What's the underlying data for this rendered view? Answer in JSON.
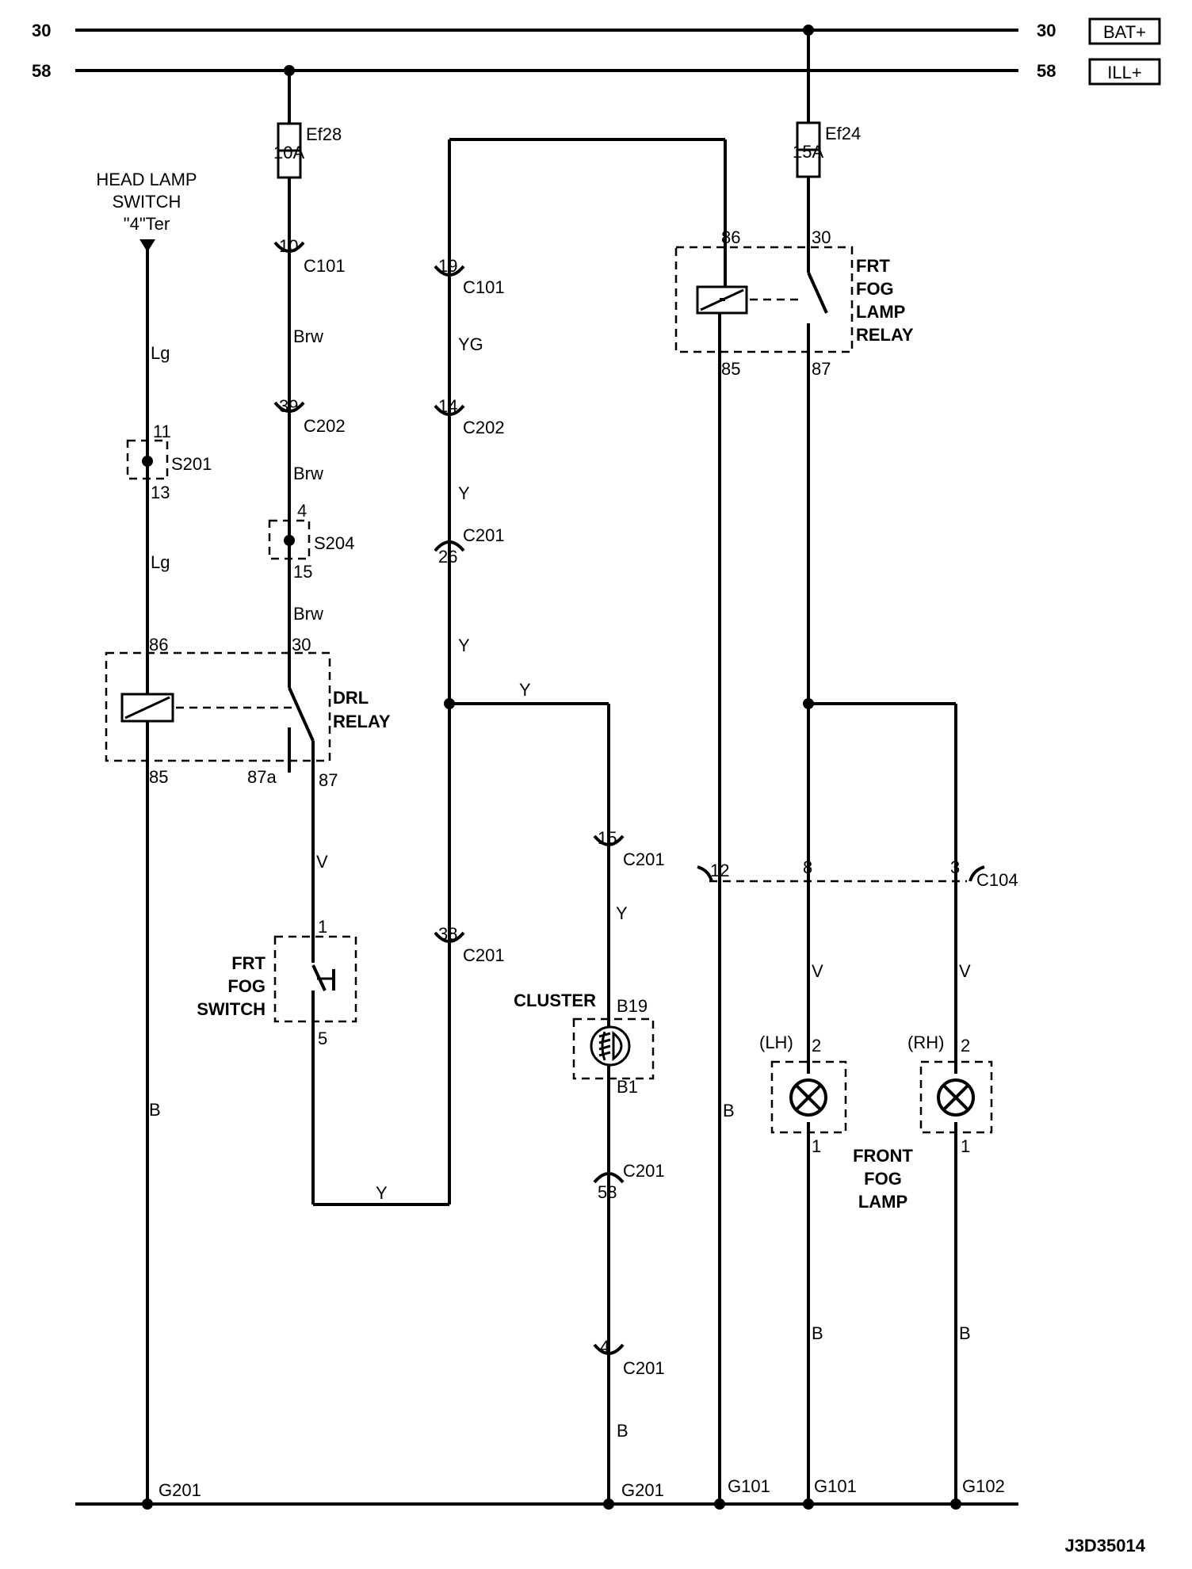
{
  "rails": {
    "bat_left": "30",
    "bat_right": "30",
    "bat_tag": "BAT+",
    "ill_left": "58",
    "ill_right": "58",
    "ill_tag": "ILL+"
  },
  "head_lamp_switch": {
    "line1": "HEAD LAMP",
    "line2": "SWITCH",
    "line3": "\"4\"Ter"
  },
  "fuses": {
    "ef28": {
      "name": "Ef28",
      "rating": "10A"
    },
    "ef24": {
      "name": "Ef24",
      "rating": "15A"
    }
  },
  "splices": {
    "s201": {
      "name": "S201",
      "top": "11",
      "bottom": "13"
    },
    "s204": {
      "name": "S204",
      "top": "4",
      "bottom": "15"
    }
  },
  "drl_relay": {
    "line1": "DRL",
    "line2": "RELAY",
    "pin86": "86",
    "pin85": "85",
    "pin30": "30",
    "pin87a": "87a",
    "pin87": "87"
  },
  "fog_relay": {
    "line1": "FRT",
    "line2": "FOG",
    "line3": "LAMP",
    "line4": "RELAY",
    "pin86": "86",
    "pin85": "85",
    "pin30": "30",
    "pin87": "87"
  },
  "fog_switch": {
    "line1": "FRT",
    "line2": "FOG",
    "line3": "SWITCH",
    "pin1": "1",
    "pin5": "5"
  },
  "cluster": {
    "name": "CLUSTER",
    "pin_top": "B19",
    "pin_bottom": "B1"
  },
  "fog_lamps": {
    "line1": "FRONT",
    "line2": "FOG",
    "line3": "LAMP",
    "lh": "(LH)",
    "rh": "(RH)",
    "pin_top": "2",
    "pin_bottom": "1"
  },
  "connectors": {
    "c101_10": {
      "pin": "10",
      "name": "C101"
    },
    "c202_39": {
      "pin": "39",
      "name": "C202"
    },
    "c101_19": {
      "pin": "19",
      "name": "C101"
    },
    "c202_14": {
      "pin": "14",
      "name": "C202"
    },
    "c201_26": {
      "pin": "26",
      "name": "C201"
    },
    "c201_38": {
      "pin": "38",
      "name": "C201"
    },
    "c201_15": {
      "pin": "15",
      "name": "C201"
    },
    "c201_58": {
      "pin": "58",
      "name": "C201"
    },
    "c201_4": {
      "pin": "4",
      "name": "C201"
    },
    "c104": {
      "pin_a": "12",
      "pin_b": "8",
      "pin_c": "3",
      "name": "C104"
    }
  },
  "wire_colors": {
    "lg1": "Lg",
    "lg2": "Lg",
    "b_left": "B",
    "brw1": "Brw",
    "brw2": "Brw",
    "brw3": "Brw",
    "v_switch": "V",
    "y_bottom": "Y",
    "yg": "YG",
    "y1": "Y",
    "y2": "Y",
    "y_branch": "Y",
    "y_cluster": "Y",
    "b_cluster": "B",
    "b_relay85": "B",
    "v_lh": "V",
    "v_rh": "V",
    "b_lh": "B",
    "b_rh": "B"
  },
  "grounds": {
    "g1": "G201",
    "g2": "G201",
    "g3": "G101",
    "g4": "G101",
    "g5": "G102"
  },
  "diagram_code": "J3D35014"
}
